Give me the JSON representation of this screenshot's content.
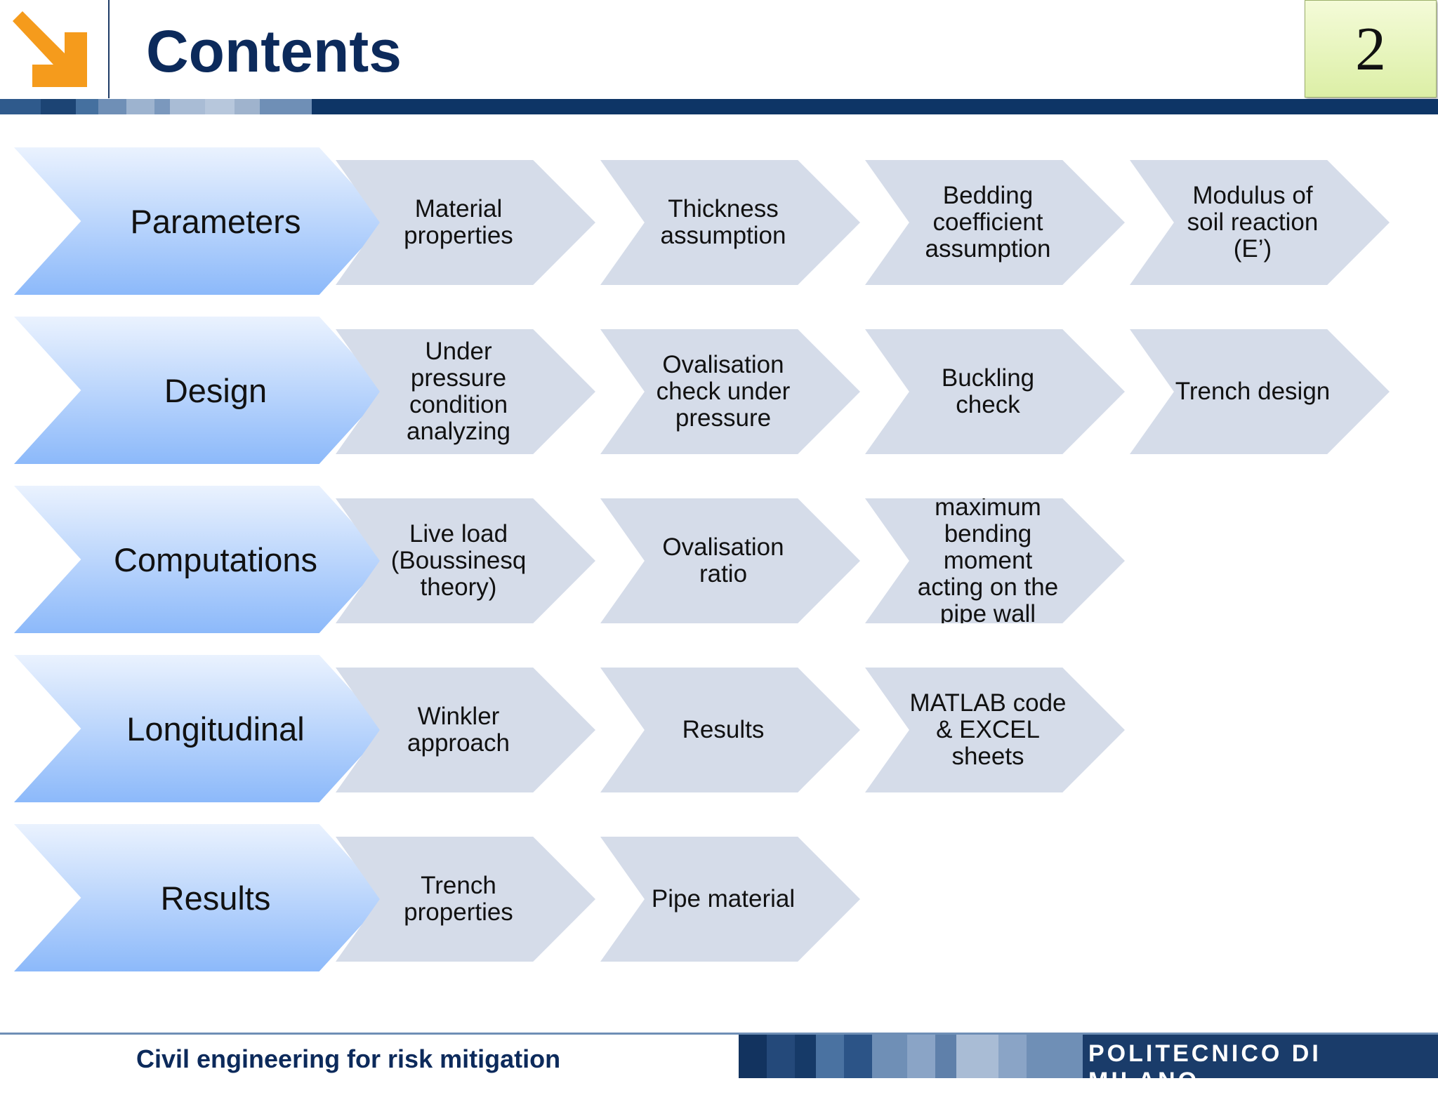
{
  "header": {
    "title": "Contents",
    "page_number": "2"
  },
  "colors": {
    "navy": "#0c2a5b",
    "logo_orange": "#f59b1c",
    "main_chevron": "#8cb9fa",
    "sub_chevron": "#d5dce9",
    "page_box": "#dcefa6"
  },
  "icons": {
    "logo": "orange-arrow-down-right"
  },
  "rows": [
    {
      "label": "Parameters",
      "items": [
        "Material properties",
        "Thickness assumption",
        "Bedding coefficient assumption",
        "Modulus of soil reaction (E’)"
      ]
    },
    {
      "label": "Design",
      "items": [
        "Under pressure condition analyzing",
        "Ovalisation check under pressure",
        "Buckling check",
        "Trench design"
      ]
    },
    {
      "label": "Computations",
      "items": [
        "Live load (Boussinesq theory)",
        "Ovalisation ratio",
        "maximum bending moment acting on the pipe wall"
      ]
    },
    {
      "label": "Longitudinal",
      "items": [
        "Winkler approach",
        "Results",
        "MATLAB code & EXCEL sheets"
      ]
    },
    {
      "label": "Results",
      "items": [
        "Trench properties",
        "Pipe material"
      ]
    }
  ],
  "footer": {
    "course": "Civil engineering for risk mitigation",
    "institution": "POLITECNICO DI MILANO"
  }
}
